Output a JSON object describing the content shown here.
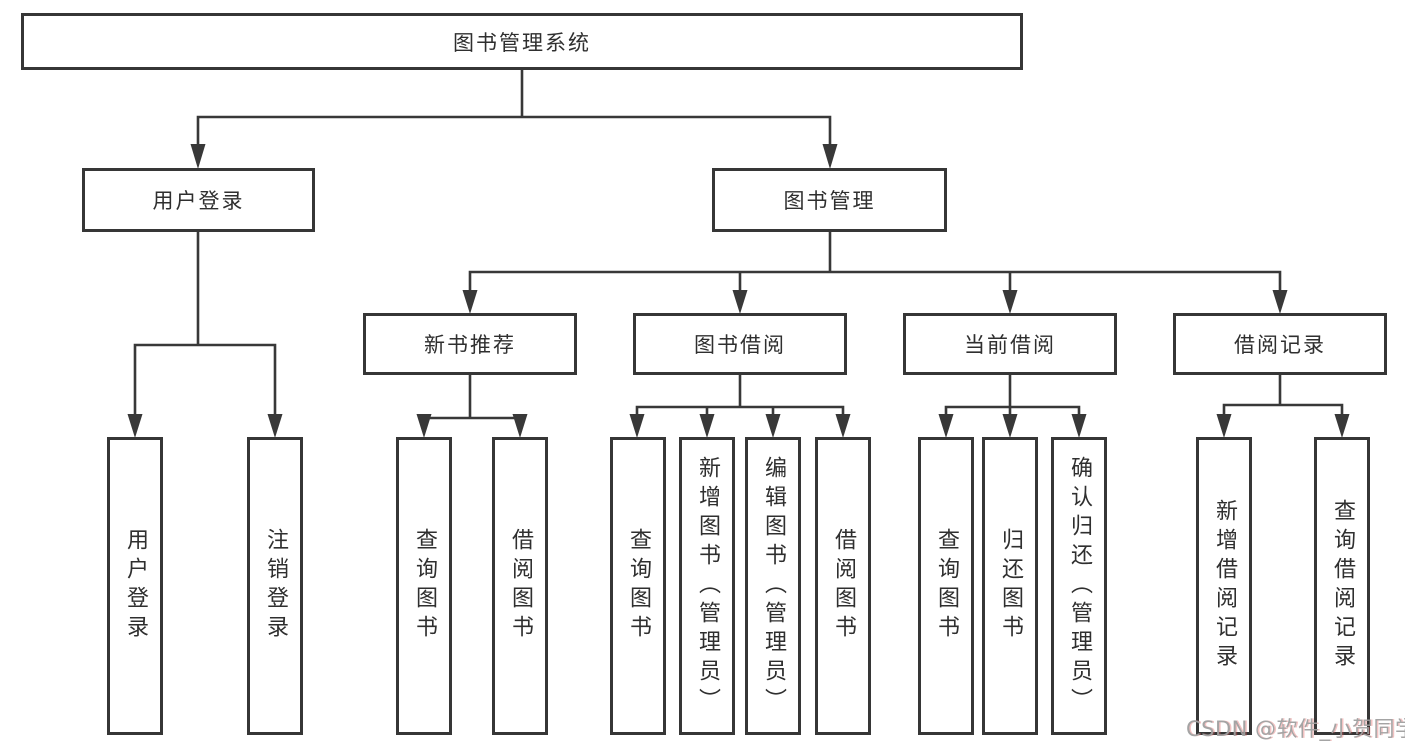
{
  "diagram": {
    "title": "图书管理系统",
    "nodes": {
      "root": "图书管理系统",
      "user_login": "用户登录",
      "book_mgmt": "图书管理",
      "new_books": "新书推荐",
      "book_borrow": "图书借阅",
      "current_borrow": "当前借阅",
      "borrow_records": "借阅记录",
      "leaves": {
        "user_login": [
          "用户登录",
          "注销登录"
        ],
        "new_books": [
          "查询图书",
          "借阅图书"
        ],
        "book_borrow": [
          "查询图书",
          "新增图书（管理员）",
          "编辑图书（管理员）",
          "借阅图书"
        ],
        "current_borrow": [
          "查询图书",
          "归还图书",
          "确认归还（管理员）"
        ],
        "borrow_records": [
          "新增借阅记录",
          "查询借阅记录"
        ]
      }
    },
    "colors": {
      "line": "#383838",
      "box_border": "#363636",
      "text": "#2f2f2f",
      "watermark": "#a0a0a0",
      "background": "#ffffff"
    }
  },
  "watermark": {
    "text": "CSDN @软件_小贺同学"
  }
}
